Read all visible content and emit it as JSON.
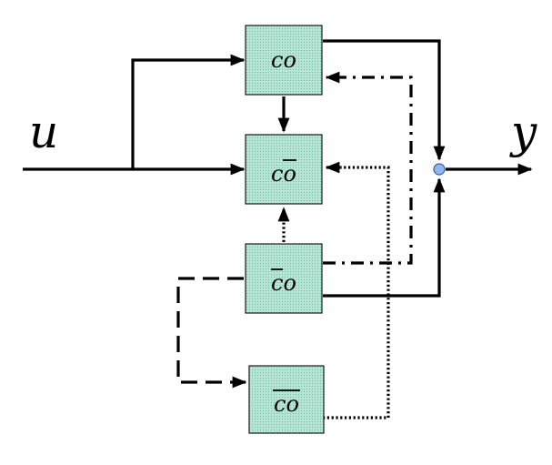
{
  "signals": {
    "input": "u",
    "output": "y"
  },
  "blocks": [
    {
      "id": "co",
      "text": "co",
      "bar": "none"
    },
    {
      "id": "c_obar",
      "text": "co",
      "bar": "o"
    },
    {
      "id": "cbar_o",
      "text": "co",
      "bar": "c"
    },
    {
      "id": "cbar_obar",
      "text": "co",
      "bar": "both"
    }
  ],
  "colors": {
    "block_fill": "#b7e6d6",
    "block_dots": "#6fb9a2",
    "summing_node": "#8fb7ef",
    "line": "#000000"
  }
}
